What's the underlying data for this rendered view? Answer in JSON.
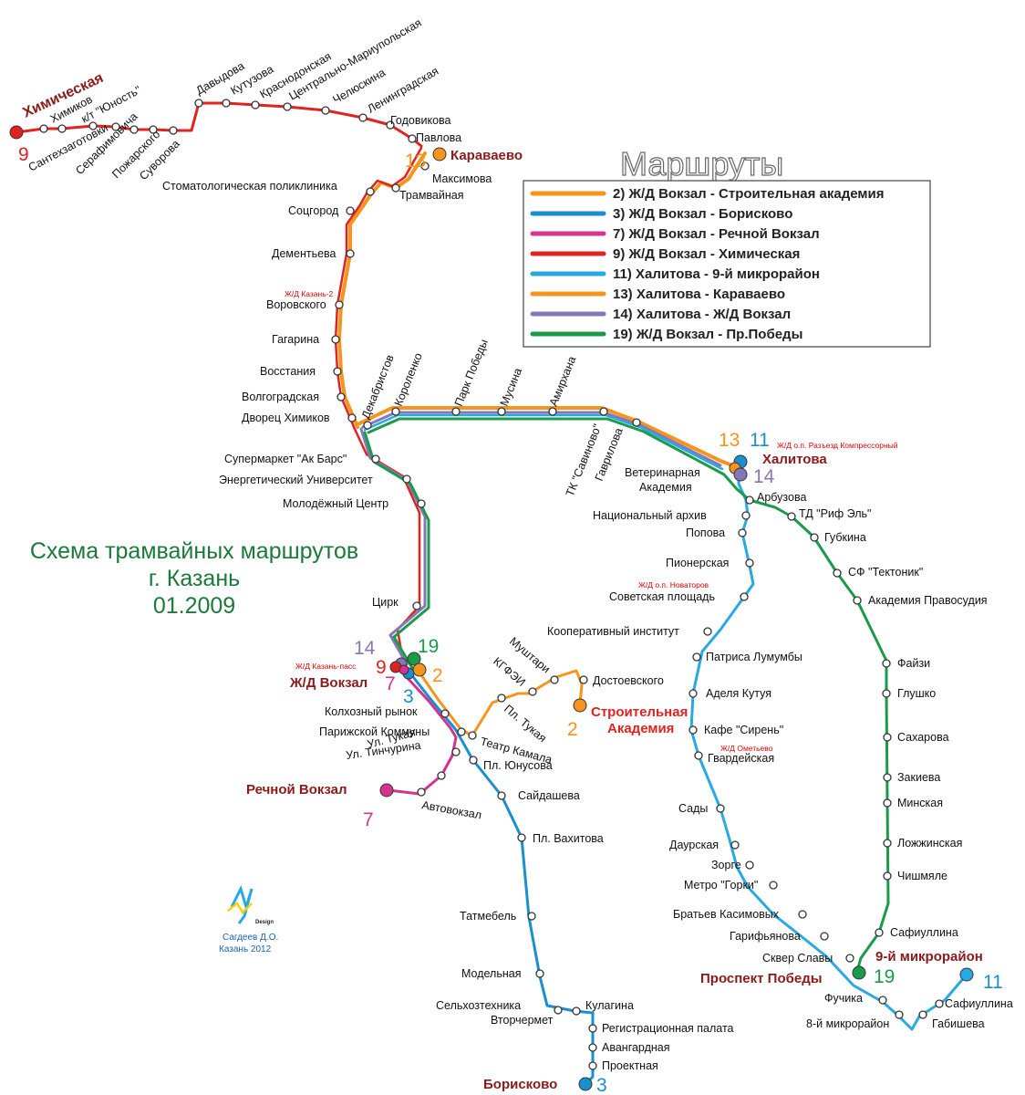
{
  "title": {
    "line1": "Схема трамвайных маршрутов",
    "line2": "г. Казань",
    "line3": "01.2009"
  },
  "legend": {
    "heading": "Маршруты",
    "routes": [
      {
        "label": "2) Ж/Д Вокзал - Строительная академия",
        "color": "#f7941d"
      },
      {
        "label": "3) Ж/Д Вокзал - Борисково",
        "color": "#1a8fd0"
      },
      {
        "label": "7) Ж/Д Вокзал - Речной Вокзал",
        "color": "#d6338f"
      },
      {
        "label": "9) Ж/Д Вокзал - Химическая",
        "color": "#e0231f"
      },
      {
        "label": "11) Халитова - 9-й микрорайон",
        "color": "#29a9e1"
      },
      {
        "label": "13) Халитова - Караваево",
        "color": "#f7941d"
      },
      {
        "label": "14) Халитова - Ж/Д Вокзал",
        "color": "#8677b8"
      },
      {
        "label": "19) Ж/Д Вокзал - Пр.Победы",
        "color": "#1b9a4b"
      }
    ]
  },
  "credit": {
    "line1": "Сагдеев Д.О.",
    "line2": "Казань 2012",
    "design": "Design"
  },
  "terminals": {
    "khimicheskaya": "Химическая",
    "karavaevo": "Караваево",
    "khalitova": "Халитова",
    "zhd_vokzal": "Ж/Д Вокзал",
    "stroit1": "Строительная",
    "stroit2": "Академия",
    "rechnoy": "Речной Вокзал",
    "prospekt": "Проспект Победы",
    "mikro9": "9-й микрорайон",
    "borisko": "Борисково"
  },
  "route_numbers": {
    "n9a": "9",
    "n13a": "13",
    "n13b": "13",
    "n11a": "11",
    "n14a": "14",
    "n14b": "14",
    "n19a": "19",
    "n9b": "9",
    "n7a": "7",
    "n2a": "2",
    "n3a": "3",
    "n2b": "2",
    "n7b": "7",
    "n19b": "19",
    "n11b": "11",
    "n3b": "3"
  },
  "notes": {
    "kazan2": "Ж/Д Казань-2",
    "razezd": "Ж/Д о.п. Разъезд Компрессорный",
    "kazanpass": "Ж/Д Казань-пасс",
    "novatorov": "Ж/Д о.п. Новаторов",
    "ometyevo": "Ж/Д Ометьево"
  },
  "stations": {
    "khimikov": "Химиков",
    "sanTekh": "Сантехзаготовки",
    "yunost": "к/т \"Юность\"",
    "serafimovicha": "Серафимовича",
    "pozharskogo": "Пожарского",
    "suvorova": "Суворова",
    "davydova": "Давыдова",
    "kutuzova": "Кутузова",
    "krasnodonskaya": "Краснодонская",
    "centrMar": "Центрально-Мариупольская",
    "chelyuskina": "Челюскина",
    "leningradskaya": "Ленинградская",
    "godovikova": "Годовикова",
    "pavlova": "Павлова",
    "maksimova": "Максимова",
    "tramvaynaya": "Трамвайная",
    "stomat": "Стоматологическая поликлиника",
    "socgorod": "Соцгород",
    "dementyeva": "Дементьева",
    "vorovskogo": "Воровского",
    "gagarina": "Гагарина",
    "vosstaniya": "Восстания",
    "volgogradskaya": "Волгоградская",
    "dvorec": "Дворец Химиков",
    "dekabristov": "Декабристов",
    "korolenko": "Короленко",
    "parkPobedy": "Парк Победы",
    "musina": "Мусина",
    "amirkhana": "Амирхана",
    "savinovo": "ТК \"Савиново\"",
    "gavrilova": "Гаврилова",
    "veterin1": "Ветеринарная",
    "veterin2": "Академия",
    "akbars": "Супермаркет \"Ак Барс\"",
    "energ": "Энергетический Университет",
    "molod": "Молодёжный Центр",
    "cirk": "Цирк",
    "kolkhoz": "Колхозный рынок",
    "parizh": "Парижской Коммуны",
    "ulTukaya": "Ул. Тукая",
    "tinchurina": "Ул. Тинчурина",
    "avtovokzal": "Автовокзал",
    "teatr1": "Театр Камала",
    "plTukaya": "Пл. Тукая",
    "kgfei": "КГФЭИ",
    "mushtari": "Муштари",
    "dostoevskogo": "Достоевского",
    "plYunusova": "Пл. Юнусова",
    "saydasheva": "Сайдашева",
    "vakhitova": "Пл. Вахитова",
    "tatmebel": "Татмебель",
    "modelnaya": "Модельная",
    "selkhoz": "Сельхозтехника",
    "vtorchermet": "Вторчермет",
    "kulagina": "Кулагина",
    "registr": "Регистрационная палата",
    "avangardnaya": "Авангардная",
    "proektnaya": "Проектная",
    "arbuzova": "Арбузова",
    "rifEl": "ТД \"Риф Эль\"",
    "gubkina": "Губкина",
    "tektonik": "СФ \"Тектоник\"",
    "akadPrav": "Академия Правосудия",
    "fayzi": "Файзи",
    "glushko": "Глушко",
    "sakharova": "Сахарова",
    "zakieva": "Закиева",
    "minskaya": "Минская",
    "lozhinskaya": "Ложжинская",
    "chishmyale": "Чишмяле",
    "safiullina1": "Сафиуллина",
    "nacArkhiv": "Национальный архив",
    "popova": "Попова",
    "pionerskaya": "Пионерская",
    "sovPl": "Советская площадь",
    "koopInst": "Кооперативный институт",
    "lumumby": "Патриса Лумумбы",
    "kutuya": "Аделя Кутуя",
    "siren": "Кафе \"Сирень\"",
    "gvardeyskaya": "Гвардейская",
    "sady": "Сады",
    "daurskaya": "Даурская",
    "zorge": "Зорге",
    "gorki": "Метро \"Горки\"",
    "kasimovykh": "Братьев Касимовых",
    "garifyanova": "Гарифьянова",
    "skver": "Сквер Славы",
    "fuchika": "Фучика",
    "mikro8": "8-й микрорайон",
    "gabisheva": "Габишева",
    "safiullina2": "Сафиуллина"
  }
}
